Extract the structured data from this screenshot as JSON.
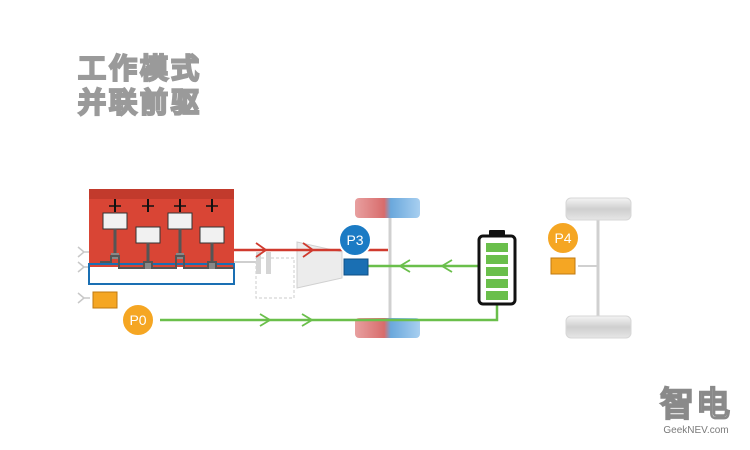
{
  "title": {
    "line1": "工作模式",
    "line2": "并联前驱"
  },
  "labels": {
    "p0": "P0",
    "p3": "P3",
    "p4": "P4"
  },
  "watermark": {
    "logo": "智电",
    "url": "GeekNEV.com"
  },
  "colors": {
    "engine_red": "#d94535",
    "mechanical_flow": "#d03a2e",
    "electrical_flow": "#6abf4b",
    "motor_blue": "#1a6fb3",
    "badge_blue": "#1b7bc4",
    "badge_orange": "#f5a623",
    "motor_orange": "#f5a623",
    "battery_green": "#6abf4b",
    "wheel_gray": "#d9d9d9"
  },
  "battery": {
    "charge_bars": 5
  }
}
